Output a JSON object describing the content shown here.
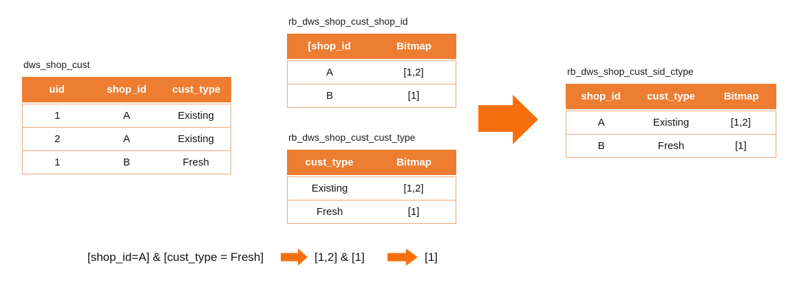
{
  "colors": {
    "header_fill": "#ED7D31",
    "header_text": "#FFFFFF",
    "table_border": "#F2A477",
    "arrow_fill": "#F8700D",
    "body_text": "#111111",
    "background": "#FFFFFF"
  },
  "tables": {
    "source": {
      "title": "dws_shop_cust",
      "columns": [
        "uid",
        "shop_id",
        "cust_type"
      ],
      "rows": [
        [
          "1",
          "A",
          "Existing"
        ],
        [
          "2",
          "A",
          "Existing"
        ],
        [
          "1",
          "B",
          "Fresh"
        ]
      ]
    },
    "shop_id_index": {
      "title": "rb_dws_shop_cust_shop_id",
      "columns": [
        "[shop_id",
        "Bitmap"
      ],
      "rows": [
        [
          "A",
          "[1,2]"
        ],
        [
          "B",
          "[1]"
        ]
      ]
    },
    "cust_type_index": {
      "title": "rb_dws_shop_cust_cust_type",
      "columns": [
        "cust_type",
        "Bitmap"
      ],
      "rows": [
        [
          "Existing",
          "[1,2]"
        ],
        [
          "Fresh",
          "[1]"
        ]
      ]
    },
    "combined_index": {
      "title": "rb_dws_shop_cust_sid_ctype",
      "columns": [
        "shop_id",
        "cust_type",
        "Bitmap"
      ],
      "rows": [
        [
          "A",
          "Existing",
          "[1,2]"
        ],
        [
          "B",
          "Fresh",
          "[1]"
        ]
      ]
    }
  },
  "formula": {
    "query": "[shop_id=A] & [cust_type = Fresh]",
    "intermediate": "[1,2] & [1]",
    "result": "[1]"
  },
  "icons": {
    "merge_arrow": "right-block-arrow",
    "step_arrow_1": "right-block-arrow",
    "step_arrow_2": "right-block-arrow"
  }
}
